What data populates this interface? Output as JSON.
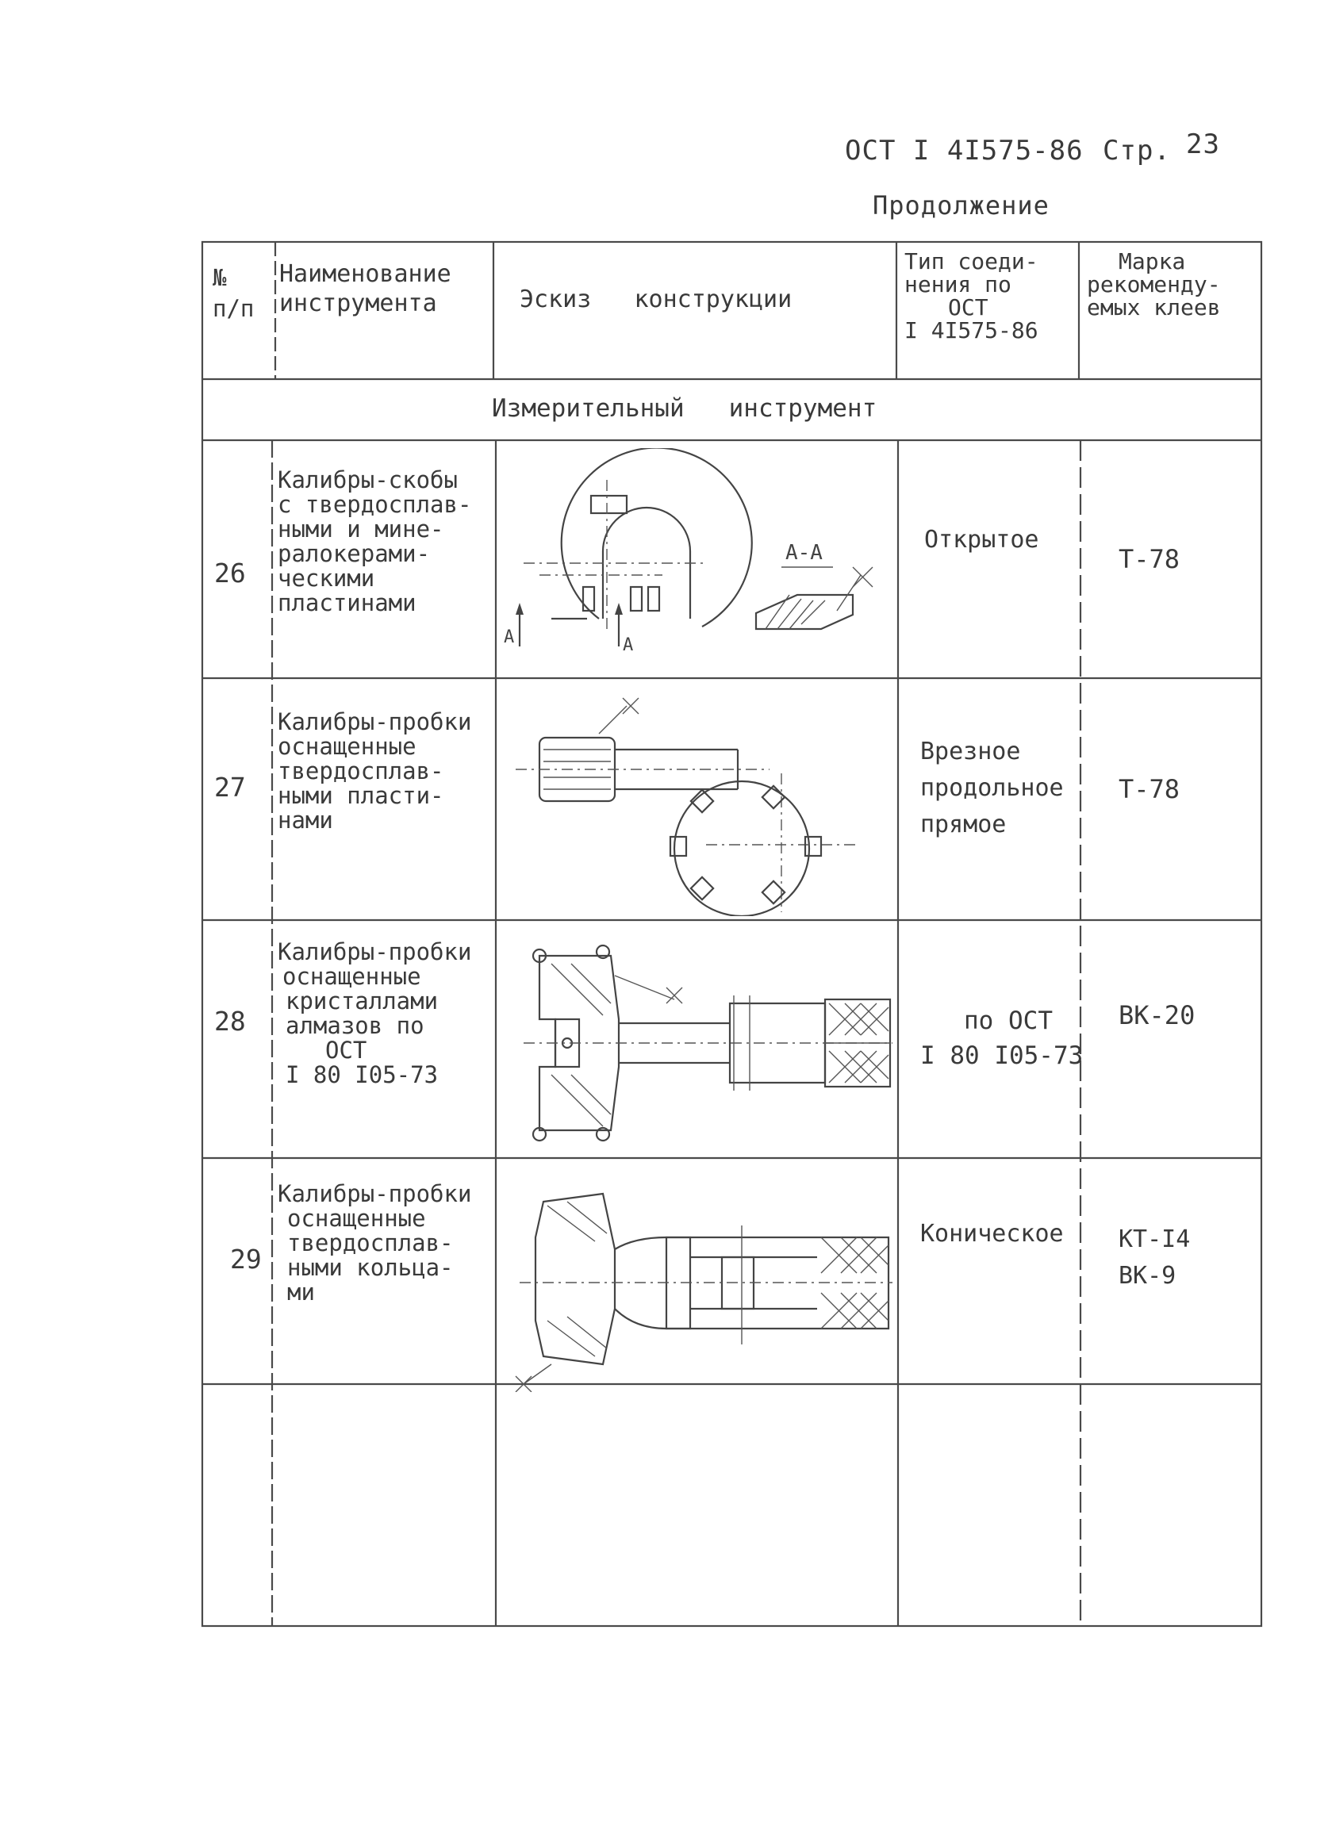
{
  "header": {
    "doc_code": "ОСТ I 4I575-86",
    "page_label": "Стр.",
    "page_number": "23",
    "continuation": "Продолжение"
  },
  "table": {
    "columns": [
      {
        "line1": "№",
        "line2": "п/п"
      },
      {
        "line1": "Наименование",
        "line2": "инструмента"
      },
      {
        "line1": "Эскиз   конструкции"
      },
      {
        "line1": "Тип соеди-",
        "line2": "нения по",
        "line3": "ОСТ",
        "line4": "I 4I575-86"
      },
      {
        "line1": "Марка",
        "line2": "рекоменду-",
        "line3": "емых клеев"
      }
    ],
    "section_title": "Измерительный   инструмент",
    "rows": [
      {
        "num": "26",
        "name": [
          "Калибры-скобы",
          "с твердосплав-",
          "ными и мине-",
          "ралокерами-",
          "ческими",
          "пластинами"
        ],
        "joint": [
          "Открытое"
        ],
        "glue": [
          "Т-78"
        ],
        "sketch_labels": {
          "section": "А-А",
          "cut_left": "А",
          "cut_right": "А"
        }
      },
      {
        "num": "27",
        "name": [
          "Калибры-пробки",
          "оснащенные",
          "твердосплав-",
          "ными пласти-",
          "нами"
        ],
        "joint": [
          "Врезное",
          "продольное",
          "прямое"
        ],
        "glue": [
          "Т-78"
        ]
      },
      {
        "num": "28",
        "name": [
          "Калибры-пробки",
          "оснащенные",
          "кристаллами",
          "алмазов по",
          "ОСТ",
          "I 80 I05-73"
        ],
        "joint": [
          "по ОСТ",
          "I 80 I05-73"
        ],
        "glue": [
          "ВК-20"
        ]
      },
      {
        "num": "29",
        "name": [
          "Калибры-пробки",
          "оснащенные",
          "твердосплав-",
          "ными кольца-",
          "ми"
        ],
        "joint": [
          "Коническое"
        ],
        "glue": [
          "КТ-I4",
          "ВК-9"
        ]
      }
    ]
  }
}
